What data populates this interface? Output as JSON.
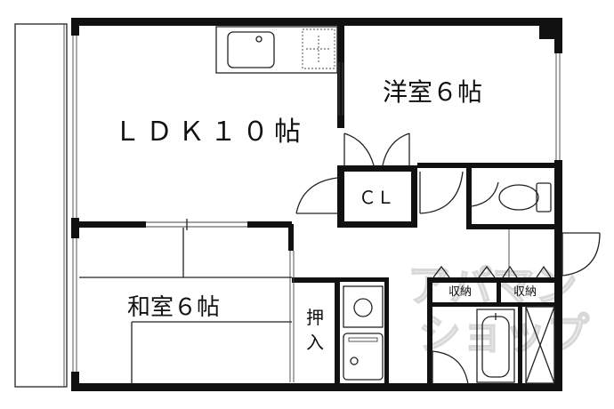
{
  "rooms": {
    "ldk": "ＬＤＫ１０帖",
    "western": "洋室６帖",
    "japanese": "和室６帖",
    "closet": "ＣＬ",
    "oshiire_top": "押",
    "oshiire_bottom": "入",
    "storage_left": "収納",
    "storage_right": "収納"
  },
  "watermark": {
    "line1": "アパマン",
    "line2": "ショップ"
  }
}
